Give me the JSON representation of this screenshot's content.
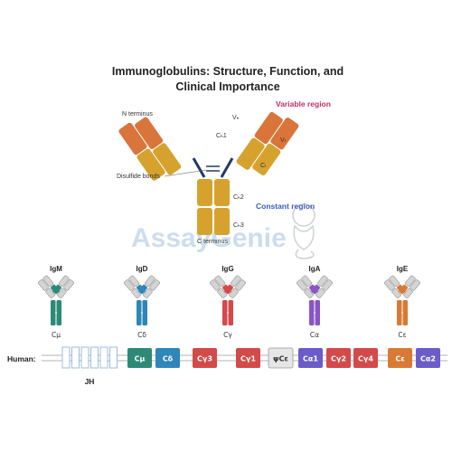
{
  "title": {
    "line1": "Immunoglobulins: Structure, Function, and",
    "line2": "Clinical Importance"
  },
  "watermark": {
    "text": "AssayGenie"
  },
  "antibody": {
    "labels": {
      "n_terminus": "N terminus",
      "c_terminus": "C terminus",
      "disulfide": "Disulfide bonds",
      "vh": "Vₕ",
      "vl": "Vₗ",
      "ch1": "Cₕ1",
      "cl": "Cₗ",
      "ch2": "Cₕ2",
      "ch3": "Cₕ3"
    },
    "regions": {
      "variable": "Variable region",
      "constant": "Constant region"
    },
    "colors": {
      "variable": "#d9743a",
      "constant": "#d6a22e",
      "hinge": "#233a66"
    }
  },
  "isotypes": [
    {
      "name": "IgM",
      "chain": "Cμ",
      "color": "#2e8a78"
    },
    {
      "name": "IgD",
      "chain": "Cδ",
      "color": "#2f86b8"
    },
    {
      "name": "IgG",
      "chain": "Cγ",
      "color": "#d34a4a"
    },
    {
      "name": "IgA",
      "chain": "Cα",
      "color": "#8a55c4"
    },
    {
      "name": "IgE",
      "chain": "Cε",
      "color": "#d87a35"
    }
  ],
  "locus": {
    "species_label": "Human:",
    "jh_label": "JH",
    "genes": [
      {
        "label": "Cμ",
        "color": "#2e8a78"
      },
      {
        "label": "Cδ",
        "color": "#2f86b8"
      },
      {
        "label": "Cγ3",
        "color": "#d34a4a"
      },
      {
        "label": "Cγ1",
        "color": "#d34a4a"
      },
      {
        "label": "ψCε",
        "color": "#e6e6e6"
      },
      {
        "label": "Cα1",
        "color": "#6b5cc9"
      },
      {
        "label": "Cγ2",
        "color": "#d34a4a"
      },
      {
        "label": "Cγ4",
        "color": "#d34a4a"
      },
      {
        "label": "Cε",
        "color": "#d87a35"
      },
      {
        "label": "Cα2",
        "color": "#6b5cc9"
      }
    ]
  }
}
